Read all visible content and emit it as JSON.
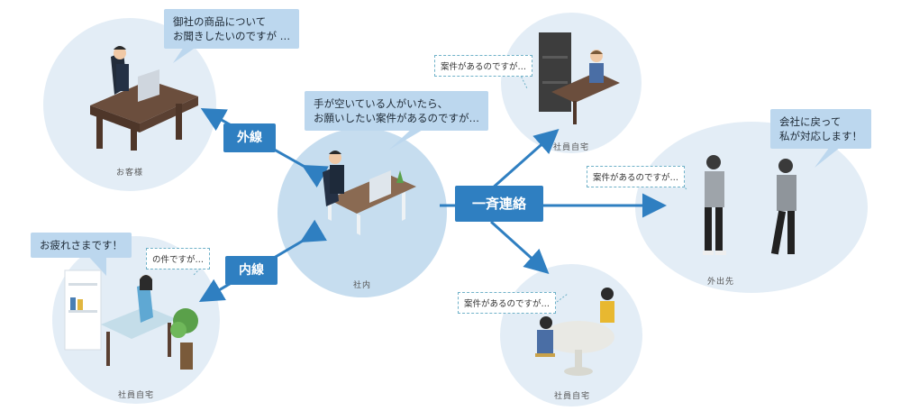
{
  "nodes": {
    "customer": "お客様",
    "office": "社内",
    "home_top": "社員自宅",
    "home_left": "社員自宅",
    "home_bottom": "社員自宅",
    "outside": "外出先"
  },
  "connectors": {
    "external": "外線",
    "internal": "内線",
    "broadcast": "一斉連絡"
  },
  "bubbles": {
    "customer": "御社の商品について\nお聞きしたいのですが …",
    "office": "手が空いている人がいたら、\nお願いしたい案件があるのですが…",
    "home_left": "お疲れさまです！",
    "outside": "会社に戻って\n私が対応します！"
  },
  "dashed_notes": {
    "home_left": "の件ですが…",
    "home_top": "案件があるのですが…",
    "outside": "案件があるのですが…",
    "home_bottom": "案件があるのですが…"
  },
  "colors": {
    "circle": "#e3edf6",
    "center_circle": "#c6ddef",
    "label": "#2f7fc1",
    "bubble": "#bcd7ee"
  }
}
